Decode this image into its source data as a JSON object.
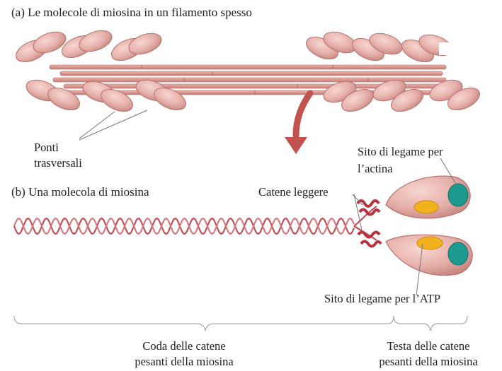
{
  "panel_a": {
    "title": "(a)  Le molecole di miosina in un filamento spesso",
    "crossbridges_line1": "Ponti",
    "crossbridges_line2": "trasversali"
  },
  "panel_b": {
    "title": "(b)  Una molecola di miosina",
    "light_chains": "Catene leggere",
    "actin_site_line1": "Sito di legame per",
    "actin_site_line2": "l’actina",
    "atp_site": "Sito di legame per l’ATP",
    "tail_line1": "Coda delle catene",
    "tail_line2": "pesanti della miosina",
    "head_line1": "Testa delle catene",
    "head_line2": "pesanti della miosina"
  },
  "colors": {
    "myosin_head": "#e4aea8",
    "myosin_outline": "#b8706c",
    "tail_strand": "#c0505a",
    "light_chain": "#b8323e",
    "actin_site": "#1e9a8e",
    "atp_site": "#f2b21e",
    "arrow": "#c2524d",
    "leader_line": "#777777"
  }
}
